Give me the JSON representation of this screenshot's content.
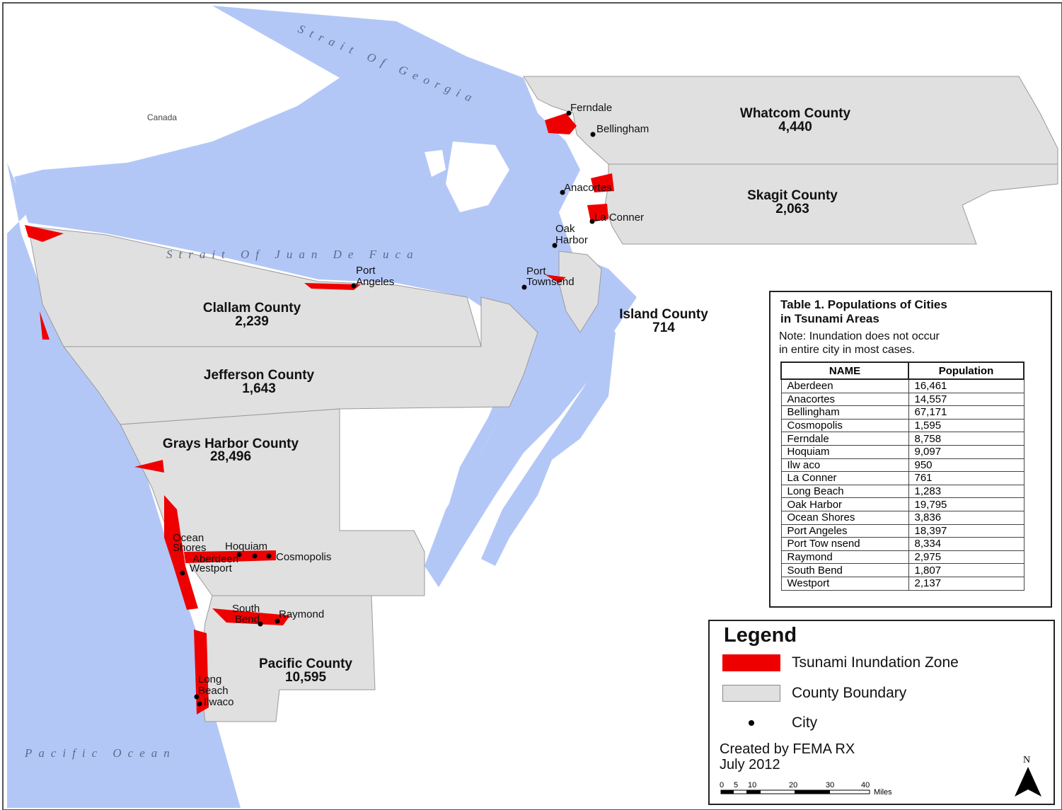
{
  "water_labels": {
    "strait_georgia": "Strait Of Georgia",
    "strait_juan": "Strait Of Juan De Fuca",
    "pacific": "Pacific Ocean"
  },
  "region_label": "Canada",
  "counties": [
    {
      "name": "Whatcom County",
      "value": "4,440"
    },
    {
      "name": "Skagit County",
      "value": "2,063"
    },
    {
      "name": "Clallam County",
      "value": "2,239"
    },
    {
      "name": "Island County",
      "value": "714"
    },
    {
      "name": "Jefferson County",
      "value": "1,643"
    },
    {
      "name": "Grays Harbor County",
      "value": "28,496"
    },
    {
      "name": "Pacific County",
      "value": "10,595"
    }
  ],
  "cities": {
    "ferndale": "Ferndale",
    "bellingham": "Bellingham",
    "anacortes": "Anacortes",
    "la_conner": "La Conner",
    "oak": "Oak",
    "harbor": "Harbor",
    "port_a": "Port",
    "angeles": "Angeles",
    "port_t": "Port",
    "townsend": "Townsend",
    "ocean": "Ocean",
    "shores": "Shores",
    "hoquiam": "Hoquiam",
    "aberdeen": "Aberdeen",
    "westport": "Westport",
    "cosmopolis": "Cosmopolis",
    "south": "South",
    "bend": "Bend",
    "raymond": "Raymond",
    "long": "Long",
    "beach": "Beach",
    "ilwaco": "Ilwaco"
  },
  "table": {
    "title_line1": "Table 1. Populations of Cities",
    "title_line2": "in Tsunami Areas",
    "note_line1": "Note: Inundation does not occur",
    "note_line2": "in entire city in most cases.",
    "col_name": "NAME",
    "col_pop": "Population",
    "rows": [
      {
        "name": "Aberdeen",
        "pop": "16,461"
      },
      {
        "name": "Anacortes",
        "pop": "14,557"
      },
      {
        "name": "Bellingham",
        "pop": "67,171"
      },
      {
        "name": "Cosmopolis",
        "pop": "1,595"
      },
      {
        "name": "Ferndale",
        "pop": "8,758"
      },
      {
        "name": "Hoquiam",
        "pop": "9,097"
      },
      {
        "name": "Ilw aco",
        "pop": "950"
      },
      {
        "name": "La Conner",
        "pop": "761"
      },
      {
        "name": "Long Beach",
        "pop": "1,283"
      },
      {
        "name": "Oak Harbor",
        "pop": "19,795"
      },
      {
        "name": "Ocean Shores",
        "pop": "3,836"
      },
      {
        "name": "Port Angeles",
        "pop": "18,397"
      },
      {
        "name": "Port Tow nsend",
        "pop": "8,334"
      },
      {
        "name": "Raymond",
        "pop": "2,975"
      },
      {
        "name": "South Bend",
        "pop": "1,807"
      },
      {
        "name": "Westport",
        "pop": "2,137"
      }
    ]
  },
  "legend": {
    "title": "Legend",
    "inundation": "Tsunami Inundation Zone",
    "county": "County Boundary",
    "city": "City",
    "credit_line1": "Created by FEMA RX",
    "credit_line2": "July 2012",
    "scale": [
      "0",
      "5",
      "10",
      "20",
      "30",
      "40"
    ],
    "scale_unit": "Miles",
    "north": "N"
  },
  "colors": {
    "water": "#b3c7f7",
    "land": "#e0e0e0",
    "inundation": "#ee0000",
    "city": "#000000"
  }
}
